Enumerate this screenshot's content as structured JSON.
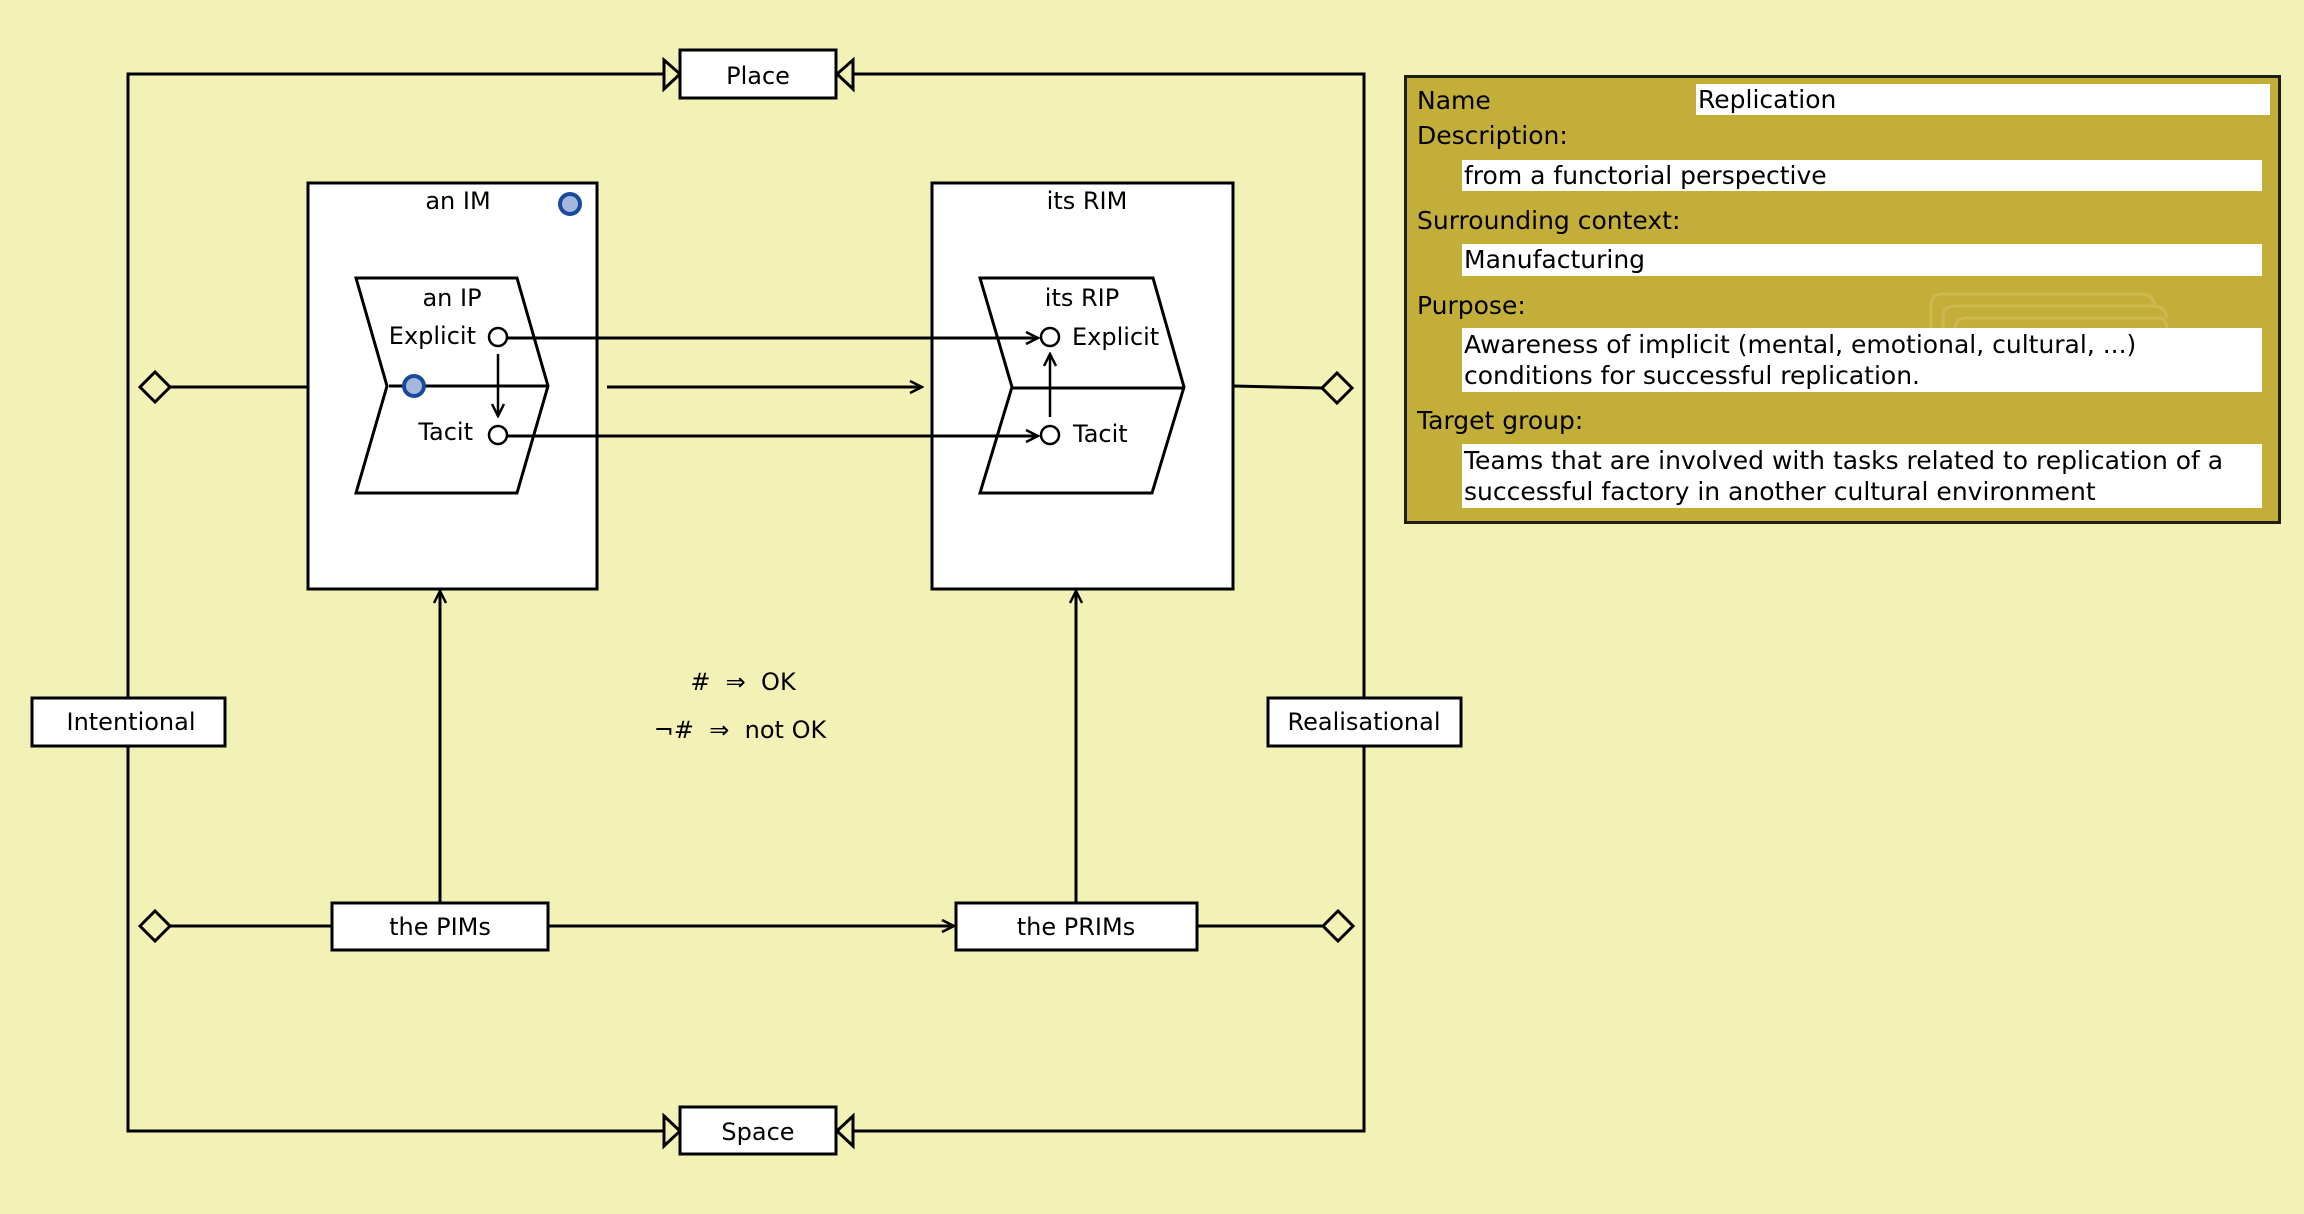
{
  "diagram": {
    "frame_labels": {
      "top": "Place",
      "bottom": "Space",
      "left": "Intentional",
      "right": "Realisational"
    },
    "left_model": {
      "title": "an IM",
      "inner_title": "an IP",
      "port_explicit": "Explicit",
      "port_tacit": "Tacit",
      "has_marker": true
    },
    "right_model": {
      "title": "its RIM",
      "inner_title": "its RIP",
      "port_explicit": "Explicit",
      "port_tacit": "Tacit"
    },
    "bottom_left_box": "the PIMs",
    "bottom_right_box": "the PRIMs",
    "legend": {
      "line1": "#  ⇒  OK",
      "line2": "¬#  ⇒  not OK"
    },
    "colors": {
      "background": "#f2f2b6",
      "marker_fill": "#a4b8de",
      "marker_stroke": "#1a4a9a",
      "panel": "#c4ae3a"
    }
  },
  "properties": {
    "name_label": "Name",
    "name_value": "Replication",
    "description_label": "Description:",
    "description_value": "from a functorial perspective",
    "context_label": "Surrounding context:",
    "context_value": "Manufacturing",
    "purpose_label": "Purpose:",
    "purpose_value": "Awareness of implicit (mental, emotional, cultural, ...)\nconditions for successful replication.",
    "target_label": "Target group:",
    "target_value": "Teams that are involved with tasks related to replication of a\nsuccessful factory in another cultural environment"
  }
}
